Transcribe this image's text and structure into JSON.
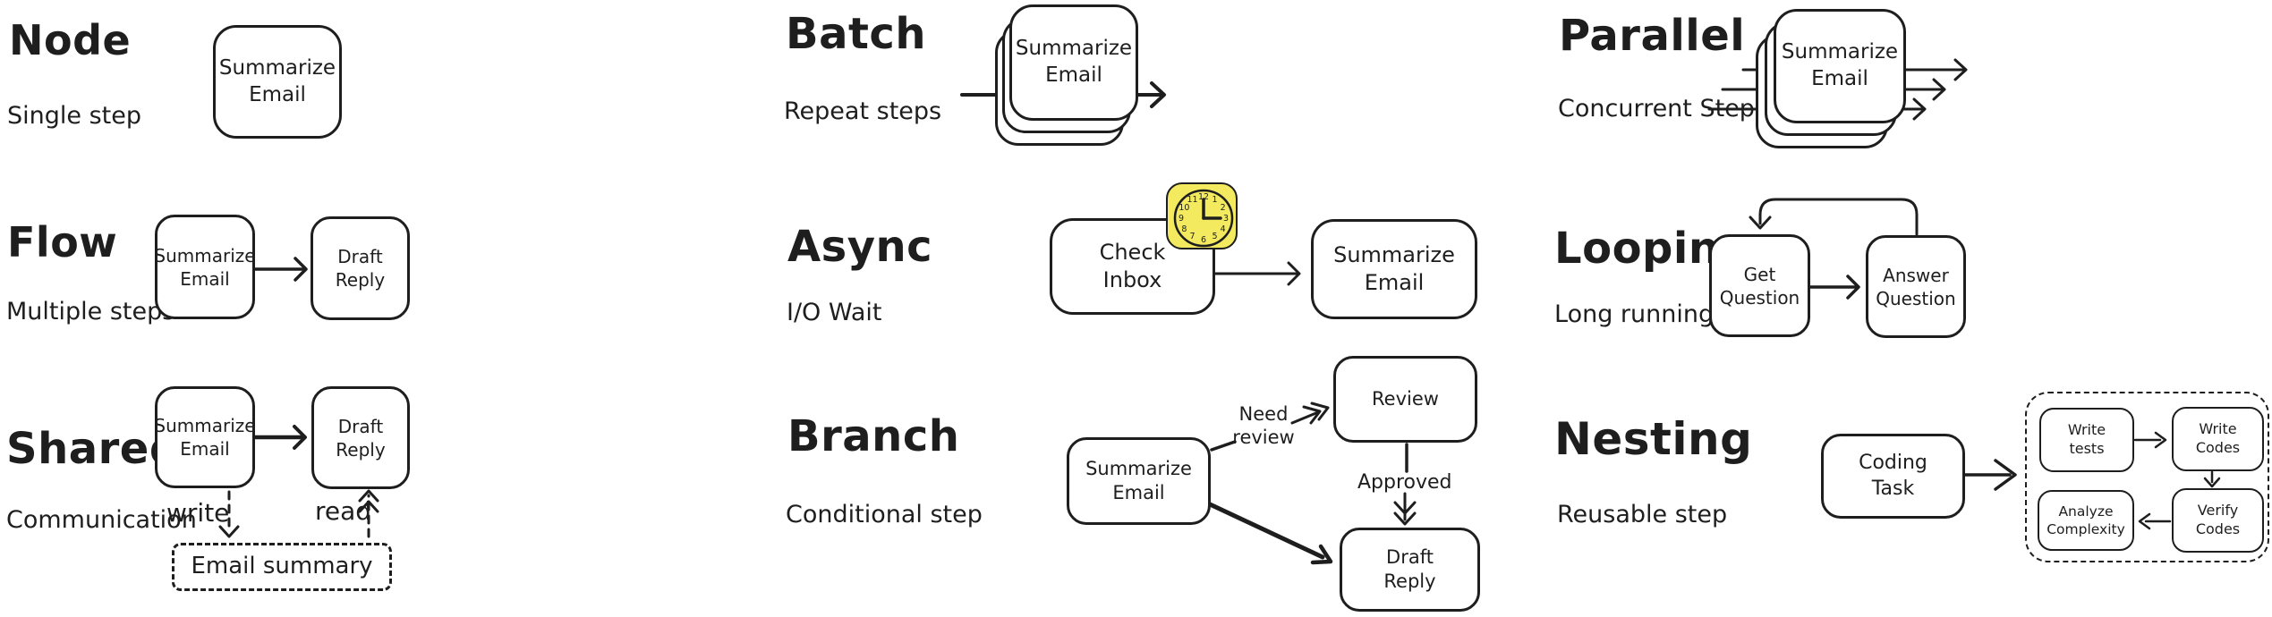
{
  "colors": {
    "ink": "#1e1e1e",
    "background": "#ffffff",
    "clock_fill": "#f3ea5f"
  },
  "patterns": {
    "node": {
      "title": "Node",
      "subtitle": "Single step",
      "box1": "Summarize Email",
      "edges": []
    },
    "batch": {
      "title": "Batch",
      "subtitle": "Repeat steps",
      "box1": "Summarize Email",
      "edges": [
        "in -> Summarize Email (stacked) -> out"
      ]
    },
    "parallel": {
      "title": "Parallel",
      "subtitle": "Concurrent Steps",
      "box1": "Summarize Email",
      "edges": [
        "3 concurrent arrows in -> Summarize Email (stacked) -> 3 arrows out"
      ]
    },
    "flow": {
      "title": "Flow",
      "subtitle": "Multiple steps",
      "box1": "Summarize Email",
      "box2": "Draft Reply",
      "edges": [
        "Summarize Email -> Draft Reply"
      ]
    },
    "async": {
      "title": "Async",
      "subtitle": "I/O Wait",
      "box1": "Check Inbox",
      "box2": "Summarize Email",
      "edges": [
        "Check Inbox -> Summarize Email"
      ],
      "icon": "clock-icon"
    },
    "looping": {
      "title": "Looping",
      "subtitle": "Long running step",
      "box1": "Get Question",
      "box2": "Answer Question",
      "edges": [
        "Get Question -> Answer Question",
        "Answer Question -> (loop back) -> Get Question"
      ]
    },
    "shared": {
      "title": "Shared",
      "subtitle": "Communication",
      "box1": "Summarize Email",
      "box2": "Draft Reply",
      "store_label": "Email summary",
      "write_label": "write",
      "read_label": "read",
      "edges": [
        "Summarize Email -> Draft Reply",
        "Summarize Email -(write, dashed)-> Email summary",
        "Email summary -(read, dashed)-> Draft Reply"
      ]
    },
    "branch": {
      "title": "Branch",
      "subtitle": "Conditional step",
      "box1": "Summarize Email",
      "review_box": "Review",
      "draft_box": "Draft Reply",
      "need_review_label": "Need review",
      "approved_label": "Approved",
      "edges": [
        "Summarize Email -(Need review)-> Review",
        "Review -(Approved)-> Draft Reply",
        "Summarize Email -> Draft Reply"
      ]
    },
    "nesting": {
      "title": "Nesting",
      "subtitle": "Reusable step",
      "box1": "Coding Task",
      "write_tests": "Write tests",
      "write_codes": "Write Codes",
      "verify_codes": "Verify Codes",
      "analyze_complexity": "Analyze Complexity",
      "edges": [
        "Coding Task -> nested flow",
        "Write tests -> Write Codes",
        "Write Codes -> Verify Codes",
        "Verify Codes -> Analyze Complexity"
      ]
    }
  },
  "clock": {
    "hour_numbers": [
      "12",
      "1",
      "2",
      "3",
      "4",
      "5",
      "6",
      "7",
      "8",
      "9",
      "10",
      "11"
    ],
    "time_shown": "3:00"
  }
}
